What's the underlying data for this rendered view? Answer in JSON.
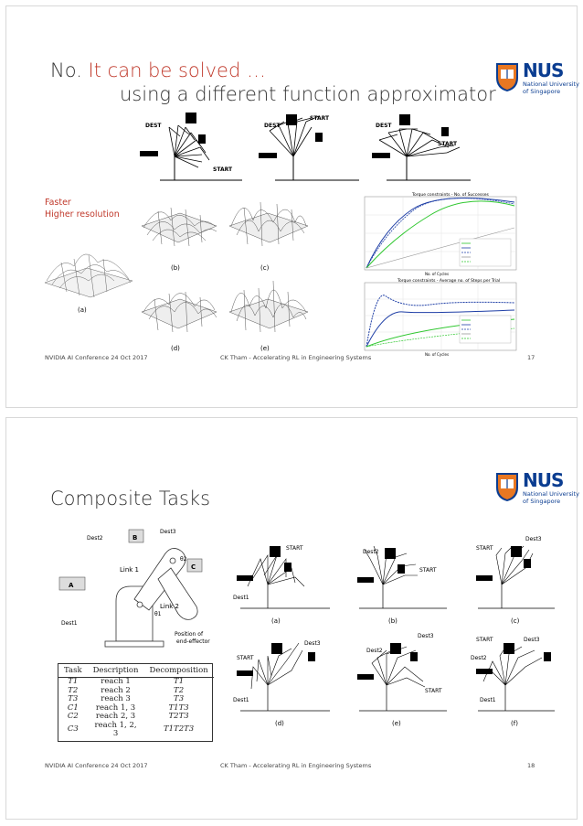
{
  "slide1": {
    "title_prefix": "No. ",
    "title_highlight": "It can be solved …",
    "title_line2": "using a different function approximator",
    "side_label_1": "Faster",
    "side_label_2": "Higher resolution",
    "arm_labels": {
      "dest": "DEST",
      "start": "START"
    },
    "surface_captions": [
      "(a)",
      "(b)",
      "(c)",
      "(d)",
      "(e)"
    ],
    "plot_top_title": "Torque constraints - No. of Successes",
    "plot_bottom_title": "Torque constraints - Average no. of Steps per Trial",
    "plot_xlabel": "No. of Cycles",
    "footer_left": "NVIDIA AI Conference 24 Oct 2017",
    "footer_center": "CK Tham - Accelerating RL in Engineering Systems",
    "footer_page": "17"
  },
  "slide2": {
    "title": "Composite Tasks",
    "diagram_labels": {
      "dest1": "Dest1",
      "dest2": "Dest2",
      "dest3": "Dest3",
      "a": "A",
      "b": "B",
      "c": "C",
      "link1": "Link 1",
      "link2": "Link 2",
      "theta1": "θ1",
      "theta2": "θ2",
      "position": "Position of",
      "position2": "end-effector"
    },
    "table": {
      "headers": [
        "Task",
        "Description",
        "Decomposition"
      ],
      "rows": [
        [
          "T1",
          "reach 1",
          "T1"
        ],
        [
          "T2",
          "reach 2",
          "T2"
        ],
        [
          "T3",
          "reach 3",
          "T3"
        ],
        [
          "C1",
          "reach 1, 3",
          "T1T3"
        ],
        [
          "C2",
          "reach 2, 3",
          "T2T3"
        ],
        [
          "C3",
          "reach 1, 2, 3",
          "T1T2T3"
        ]
      ]
    },
    "arm_captions": [
      "(a)",
      "(b)",
      "(c)",
      "(d)",
      "(e)",
      "(f)"
    ],
    "footer_left": "NVIDIA AI Conference 24 Oct 2017",
    "footer_center": "CK Tham - Accelerating RL in Engineering Systems",
    "footer_page": "18"
  },
  "logo": {
    "name": "NUS",
    "line1": "National University",
    "line2": "of Singapore"
  },
  "colors": {
    "accent_red": "#c0392b",
    "nus_blue": "#0b3d91",
    "nus_orange": "#e87722"
  }
}
